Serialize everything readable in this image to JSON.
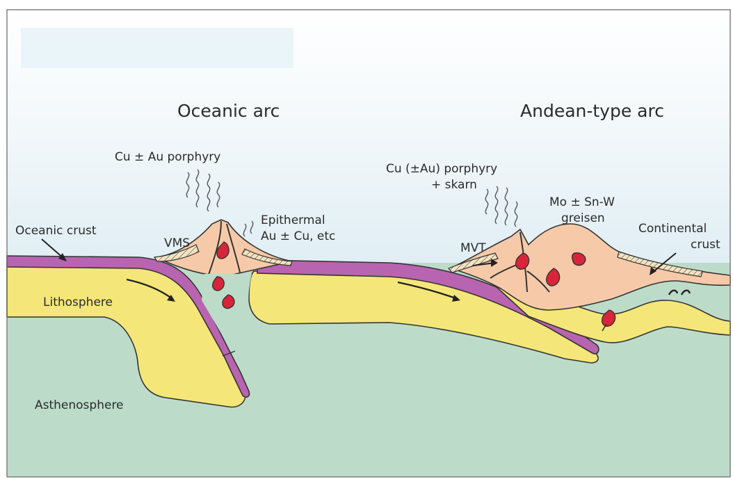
{
  "titles": {
    "left": "Oceanic arc",
    "right": "Andean-type arc"
  },
  "labels": {
    "cu_au_porphyry": "Cu ± Au porphyry",
    "cu_au_skarn_line1": "Cu (±Au) porphyry",
    "cu_au_skarn_line2": "+ skarn",
    "epithermal_line1": "Epithermal",
    "epithermal_line2": "Au ± Cu, etc",
    "vms": "VMS",
    "oceanic_crust": "Oceanic crust",
    "mvt": "MVT",
    "mo_sn_w_line1": "Mo ± Sn-W",
    "mo_sn_w_line2": "greisen",
    "continental_crust_line1": "Continental",
    "continental_crust_line2": "crust",
    "lithosphere": "Lithosphere",
    "asthenosphere": "Asthenosphere"
  },
  "colors": {
    "asthenosphere": "#bcdcc9",
    "lithosphere": "#f4e679",
    "oceanic_crust": "#b864b0",
    "arc_crust": "#f6c9a8",
    "magma": "#d9253a",
    "sky_top": "#ffffff",
    "sky_bottom": "#e3f0f5"
  }
}
